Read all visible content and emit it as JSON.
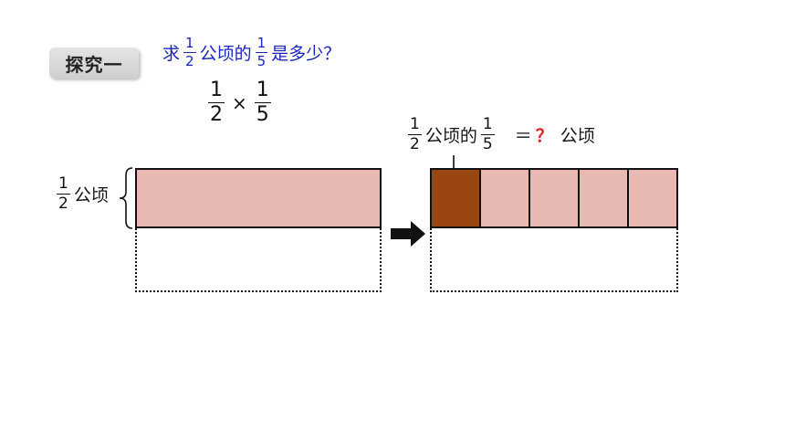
{
  "badge": {
    "label": "探究一"
  },
  "question": {
    "prefix": "求",
    "frac1": {
      "num": "1",
      "den": "2"
    },
    "mid": "公顷的",
    "frac2": {
      "num": "1",
      "den": "5"
    },
    "suffix": "是多少？"
  },
  "expression": {
    "frac1": {
      "num": "1",
      "den": "2"
    },
    "op": "×",
    "frac2": {
      "num": "1",
      "den": "5"
    }
  },
  "left_label": {
    "frac": {
      "num": "1",
      "den": "2"
    },
    "unit": "公顷"
  },
  "right_label": {
    "frac1": {
      "num": "1",
      "den": "2"
    },
    "mid": "公顷的",
    "frac2": {
      "num": "1",
      "den": "5"
    },
    "equals": "＝",
    "question_mark": "？",
    "unit": "公顷"
  },
  "colors": {
    "light_fill": "#e8b9b2",
    "dark_fill": "#9a4610",
    "question_color": "#1c23b8",
    "red_mark": "#e02020"
  },
  "diagram": {
    "parts": 5,
    "shaded_parts": 1
  }
}
